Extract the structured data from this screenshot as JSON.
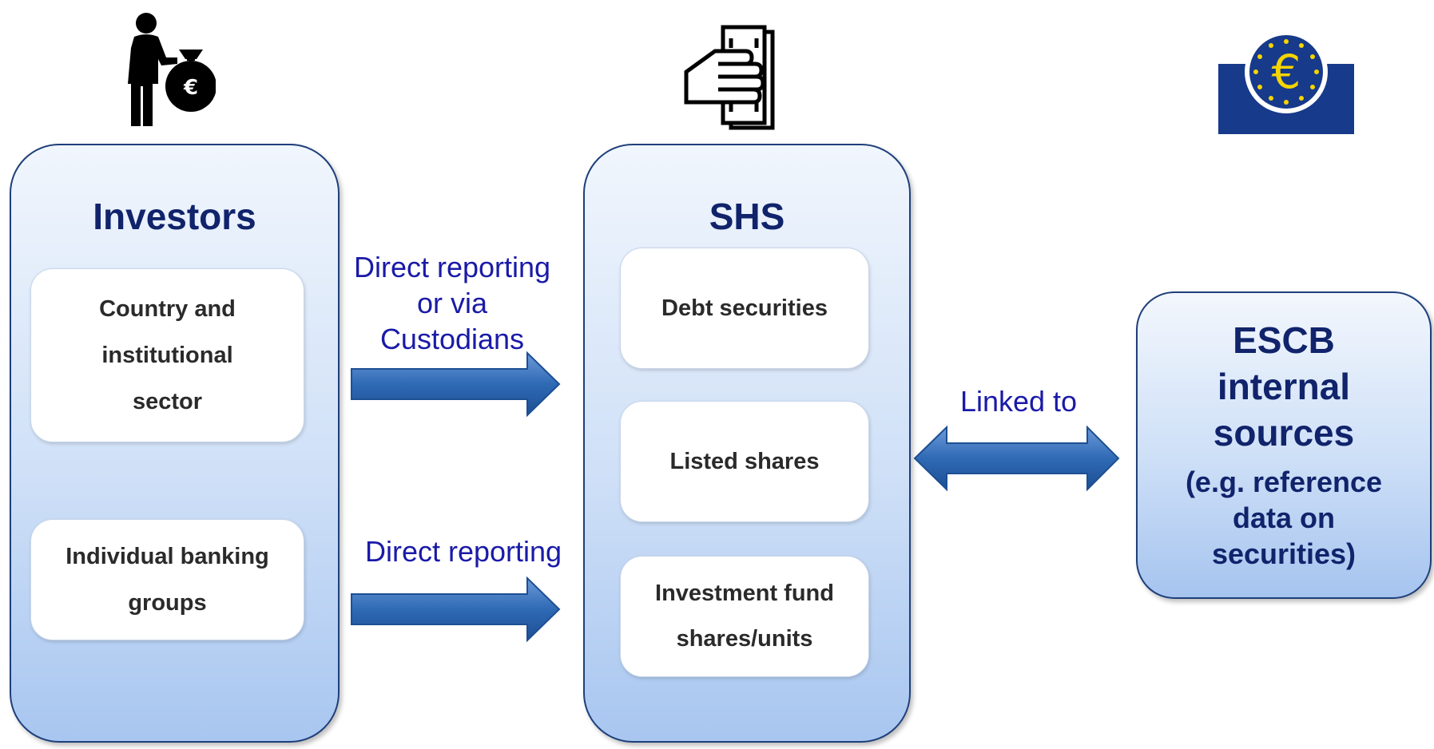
{
  "investors": {
    "title": "Investors",
    "cards": [
      {
        "lines": [
          "Country and",
          "institutional",
          "sector"
        ]
      },
      {
        "lines": [
          "Individual banking",
          "groups"
        ]
      }
    ]
  },
  "arrows": {
    "top_label_lines": [
      "Direct reporting",
      "or via",
      "Custodians"
    ],
    "bottom_label": "Direct reporting",
    "link_label": "Linked to"
  },
  "shs": {
    "title": "SHS",
    "cards": [
      {
        "lines": [
          "Debt securities"
        ]
      },
      {
        "lines": [
          "Listed shares"
        ]
      },
      {
        "lines": [
          "Investment fund",
          "shares/units"
        ]
      }
    ]
  },
  "escb": {
    "title_lines": [
      "ESCB",
      "internal",
      "sources"
    ],
    "note_lines": [
      "(e.g. reference",
      "data on",
      "securities)"
    ]
  },
  "icons": {
    "investor": "investor-with-euro-moneybag-icon",
    "payment": "hand-holding-banknote-icon",
    "ecb_logo": "ecb-euro-logo-icon"
  },
  "colors": {
    "panel_border": "#1e3f7a",
    "title_text": "#10236b",
    "flow_text": "#1a1aa8",
    "arrow_fill": "#2f6ab5",
    "logo_blue": "#173a8a",
    "logo_yellow": "#f5d400"
  }
}
